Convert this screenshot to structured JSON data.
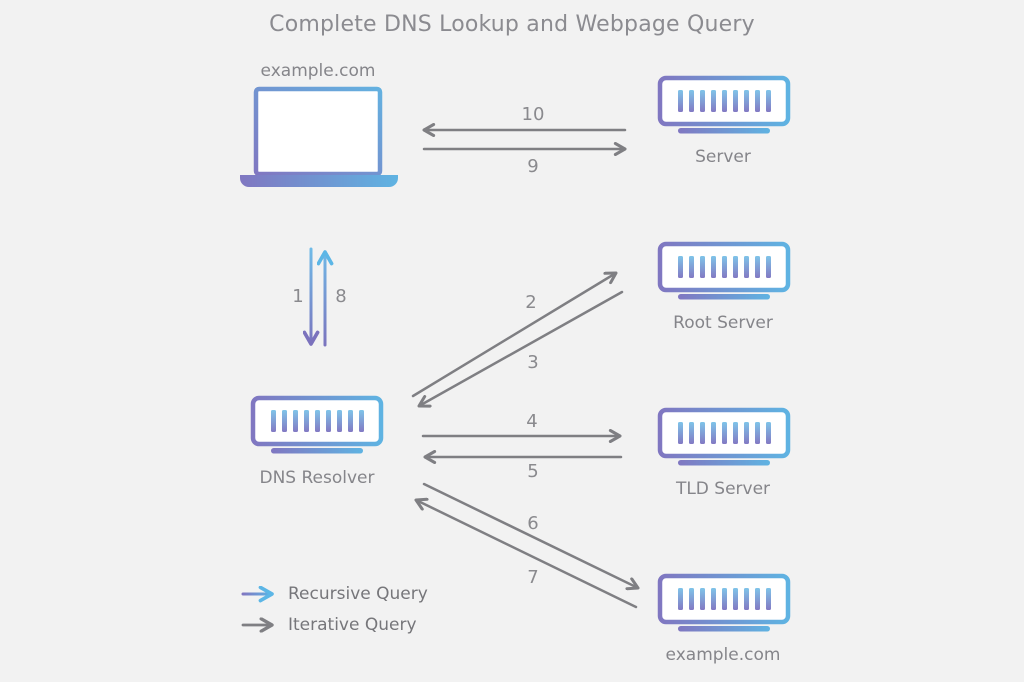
{
  "title": "Complete DNS Lookup and Webpage Query",
  "nodes": {
    "client": {
      "label": "example.com",
      "icon": "laptop-icon"
    },
    "web_server": {
      "label": "Server",
      "icon": "server-icon"
    },
    "dns_resolver": {
      "label": "DNS Resolver",
      "icon": "server-icon"
    },
    "root_server": {
      "label": "Root Server",
      "icon": "server-icon"
    },
    "tld_server": {
      "label": "TLD Server",
      "icon": "server-icon"
    },
    "authoritative_server": {
      "label": "example.com",
      "icon": "server-icon"
    }
  },
  "steps": {
    "1": {
      "number": "1",
      "style": "blue-gradient",
      "direction": "client to dns_resolver"
    },
    "2": {
      "number": "2",
      "style": "gray",
      "direction": "dns_resolver to root_server"
    },
    "3": {
      "number": "3",
      "style": "gray",
      "direction": "root_server to dns_resolver"
    },
    "4": {
      "number": "4",
      "style": "gray",
      "direction": "dns_resolver to tld_server"
    },
    "5": {
      "number": "5",
      "style": "gray",
      "direction": "tld_server to dns_resolver"
    },
    "6": {
      "number": "6",
      "style": "gray",
      "direction": "dns_resolver to authoritative_server"
    },
    "7": {
      "number": "7",
      "style": "gray",
      "direction": "authoritative_server to dns_resolver"
    },
    "8": {
      "number": "8",
      "style": "blue-gradient",
      "direction": "dns_resolver to client"
    },
    "9": {
      "number": "9",
      "style": "gray",
      "direction": "client to web_server"
    },
    "10": {
      "number": "10",
      "style": "gray",
      "direction": "web_server to client"
    }
  },
  "legend": {
    "recursive_label": "Recursive Query",
    "iterative_label": "Iterative Query"
  },
  "colors": {
    "background": "#f2f2f2",
    "arrow_gray": "#7f7f83",
    "label_gray": "#85858a",
    "gradient_purple": "#8077c1",
    "gradient_blue": "#5fb3e2",
    "bar_top_blue": "#7fc4e9",
    "bar_bottom_purple": "#8279c3"
  }
}
